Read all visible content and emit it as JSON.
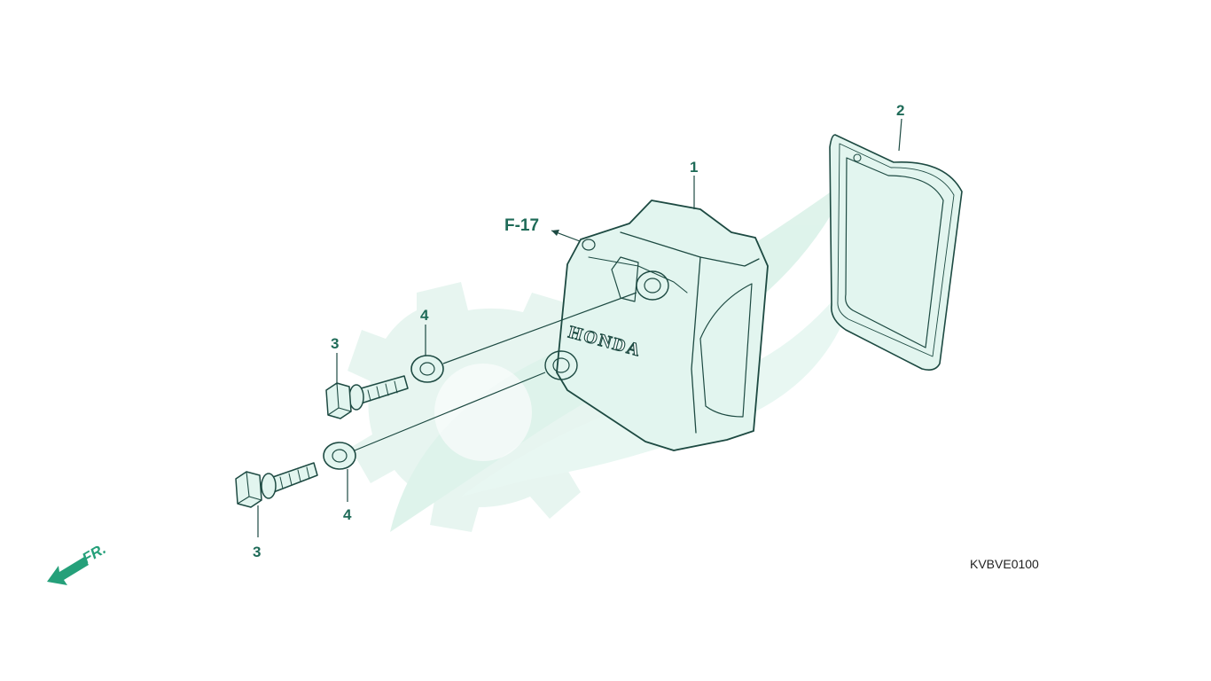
{
  "diagram": {
    "parts": [
      {
        "ref": "1",
        "name": "Cylinder head cover"
      },
      {
        "ref": "2",
        "name": "Gasket"
      },
      {
        "ref": "3",
        "name": "Bolt"
      },
      {
        "ref": "4",
        "name": "Washer"
      }
    ],
    "callouts": {
      "cover": "1",
      "gasket": "2",
      "bolt_upper": "3",
      "bolt_lower": "3",
      "washer_upper": "4",
      "washer_lower": "4"
    },
    "reference": "F-17",
    "brand_mark": "HONDA",
    "diagram_code": "KVBVE0100",
    "direction_label": "FR.",
    "colors": {
      "line": "#1d4a42",
      "part_fill": "#e2f5ef",
      "label": "#1f6b58",
      "watermark": "#dff3ec",
      "arrow": "#25a07a"
    }
  }
}
